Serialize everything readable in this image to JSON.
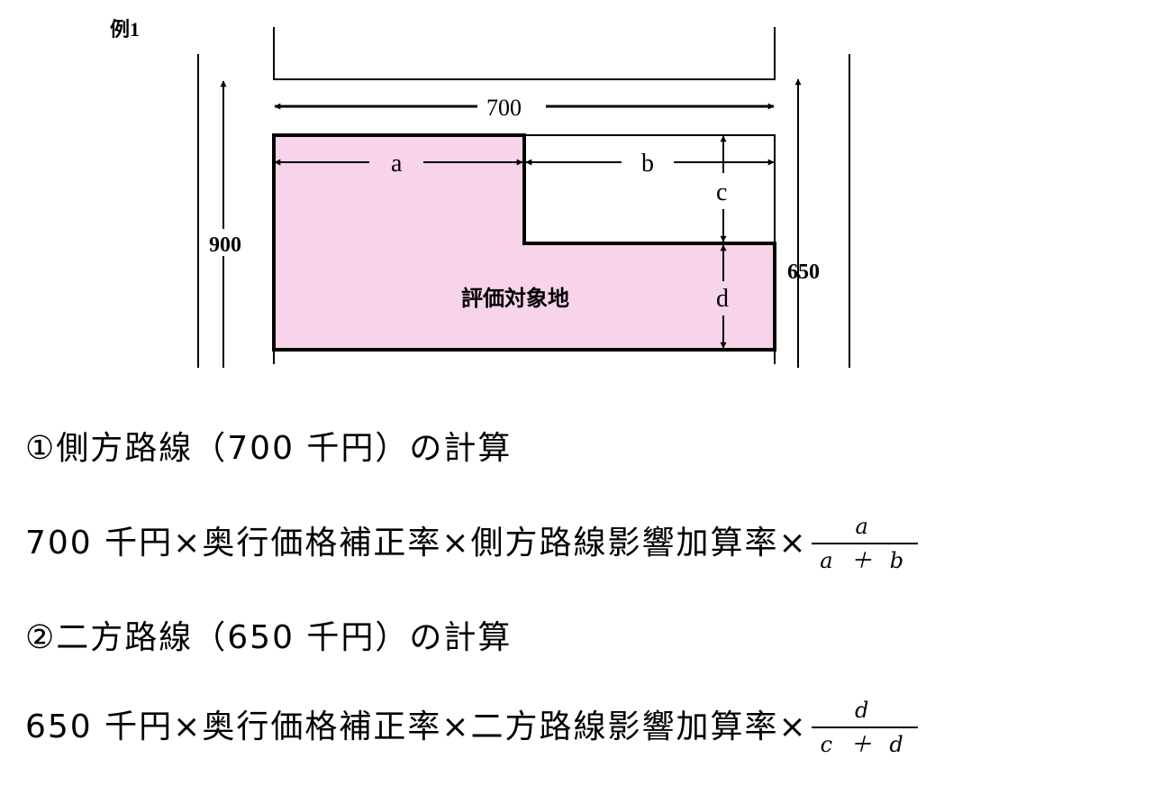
{
  "diagram": {
    "example_label": "例1",
    "width_label": "700",
    "a_label": "a",
    "b_label": "b",
    "c_label": "c",
    "d_label": "d",
    "left_road_label": "900",
    "right_road_label": "650",
    "subject_label": "評価対象地",
    "subject_fill": "#f7d4ea"
  },
  "section1": {
    "heading": "①側方路線（700 千円）の計算",
    "formula_text": "700 千円×奥行価格補正率×側方路線影響加算率×",
    "numerator": "a",
    "denominator": "a ＋ b"
  },
  "section2": {
    "heading": "②二方路線（650 千円）の計算",
    "formula_text": "650 千円×奥行価格補正率×二方路線影響加算率×",
    "numerator": "d",
    "denominator": "c ＋ d"
  }
}
